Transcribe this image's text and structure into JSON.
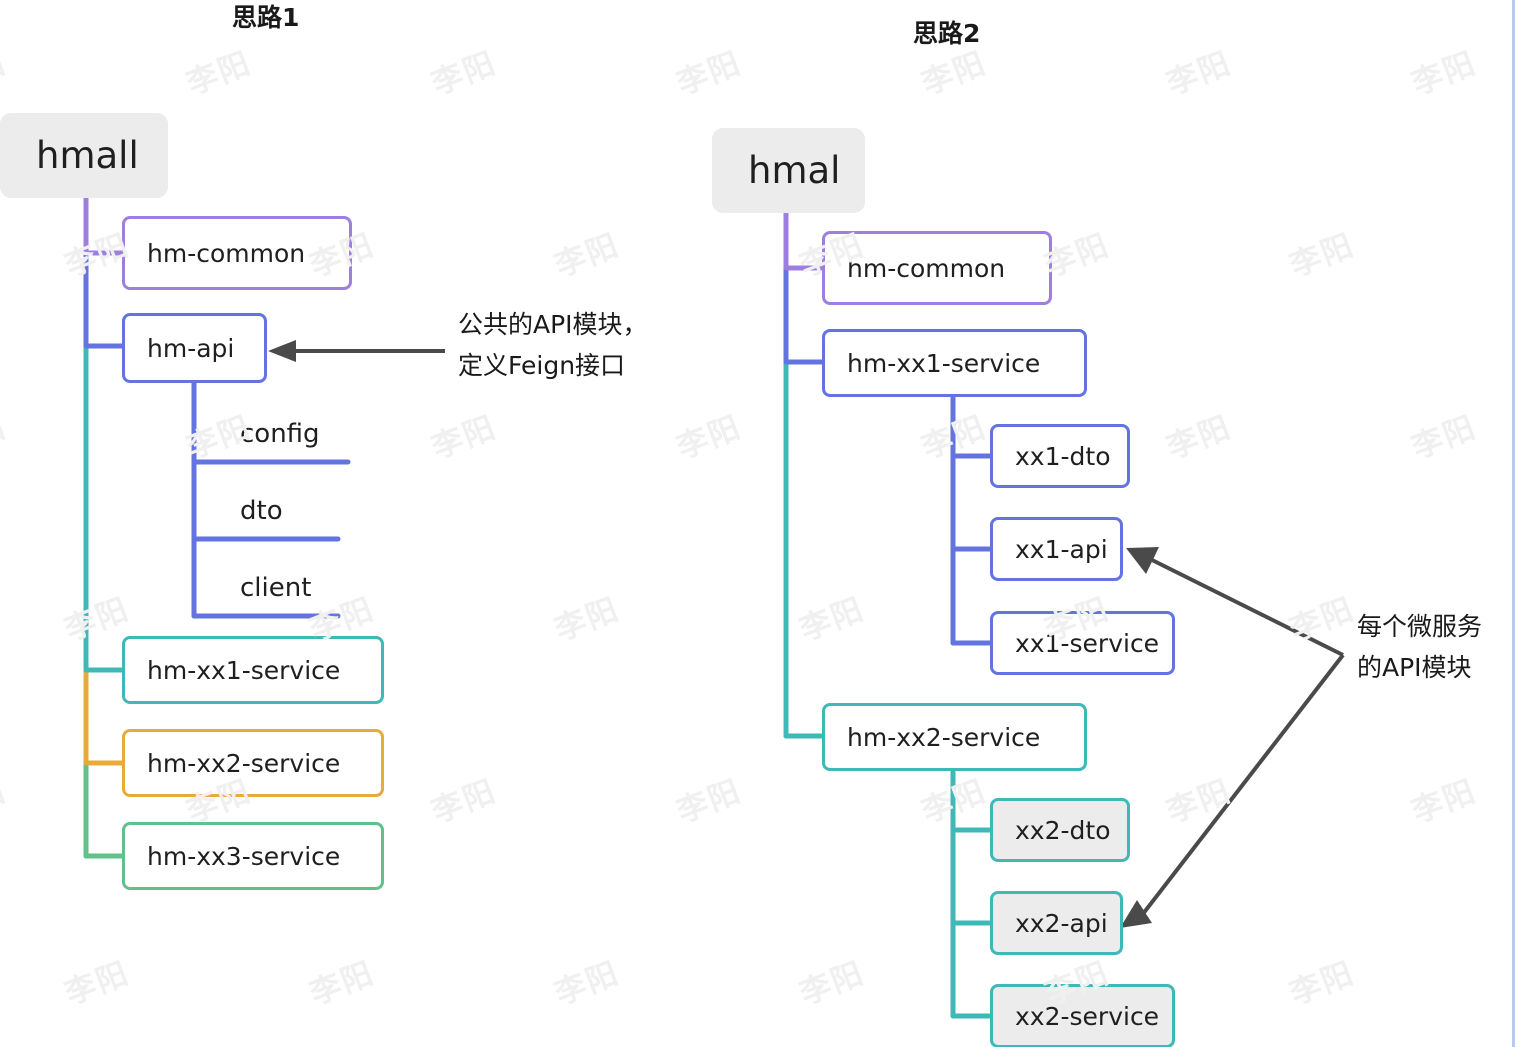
{
  "page": {
    "background": "#ffffff",
    "watermark_text": "李阳",
    "watermark_color": "#f0f0f0",
    "edge_rule_color": "#b9c9f2"
  },
  "palette": {
    "purple": "#9d7fe0",
    "blue": "#6374e0",
    "teal": "#3fb8b8",
    "orange": "#e8ab3a",
    "green": "#62c18a",
    "root_fill": "#ececec",
    "node_fill": "#ffffff",
    "filled_fill": "#ececec",
    "arrow": "#4a4a4a",
    "text": "#1f1f1f"
  },
  "sections": [
    {
      "id": "idea1",
      "title": "思路1",
      "root": {
        "label": "hmall"
      },
      "children": [
        {
          "label": "hm-common",
          "style": "box",
          "color": "purple"
        },
        {
          "label": "hm-api",
          "style": "box",
          "color": "blue",
          "children": [
            {
              "label": "config",
              "style": "leaf",
              "color": "blue"
            },
            {
              "label": "dto",
              "style": "leaf",
              "color": "blue"
            },
            {
              "label": "client",
              "style": "leaf",
              "color": "blue"
            }
          ]
        },
        {
          "label": "hm-xx1-service",
          "style": "box",
          "color": "teal"
        },
        {
          "label": "hm-xx2-service",
          "style": "box",
          "color": "orange"
        },
        {
          "label": "hm-xx3-service",
          "style": "box",
          "color": "green"
        }
      ],
      "annotation": {
        "lines": [
          "公共的API模块，",
          "定义Feign接口"
        ],
        "points_to": "hm-api"
      }
    },
    {
      "id": "idea2",
      "title": "思路2",
      "root": {
        "label": "hmal"
      },
      "children": [
        {
          "label": "hm-common",
          "style": "box",
          "color": "purple"
        },
        {
          "label": "hm-xx1-service",
          "style": "box",
          "color": "blue",
          "children": [
            {
              "label": "xx1-dto",
              "style": "box",
              "color": "blue"
            },
            {
              "label": "xx1-api",
              "style": "box",
              "color": "blue"
            },
            {
              "label": "xx1-service",
              "style": "box",
              "color": "blue"
            }
          ]
        },
        {
          "label": "hm-xx2-service",
          "style": "box",
          "color": "teal",
          "children": [
            {
              "label": "xx2-dto",
              "style": "box-filled",
              "color": "teal"
            },
            {
              "label": "xx2-api",
              "style": "box-filled",
              "color": "teal"
            },
            {
              "label": "xx2-service",
              "style": "box-filled",
              "color": "teal"
            }
          ]
        }
      ],
      "annotation": {
        "lines": [
          "每个微服务",
          "的API模块"
        ],
        "points_to": "xx1-api, xx2-api"
      }
    }
  ]
}
